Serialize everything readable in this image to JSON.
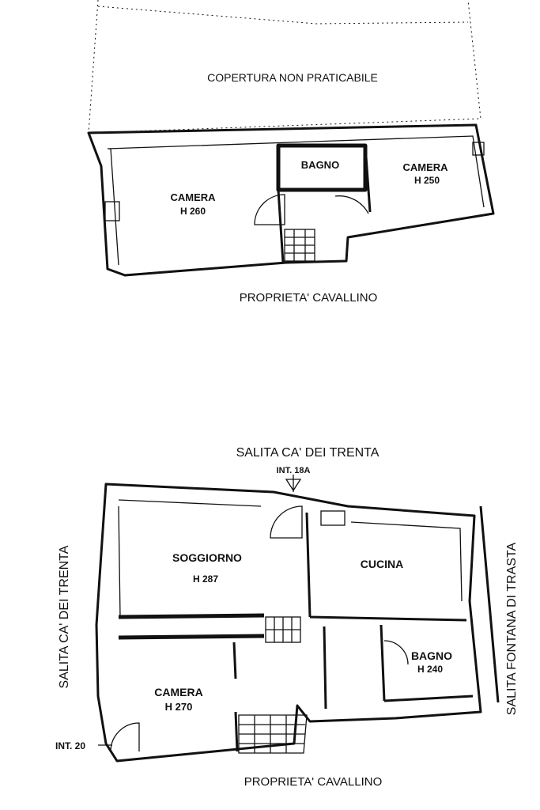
{
  "upper_floor": {
    "roof": "COPERTURA NON PRATICABILE",
    "bathroom": "BAGNO",
    "room_right": {
      "name": "CAMERA",
      "height": "H 250"
    },
    "room_left": {
      "name": "CAMERA",
      "height": "H 260"
    },
    "neighbor": "PROPRIETA' CAVALLINO"
  },
  "lower_floor": {
    "street_top": "SALITA CA' DEI TRENTA",
    "entrance_top": "INT. 18A",
    "street_left": "SALITA CA' DEI TRENTA",
    "street_right": "SALITA FONTANA DI TRASTA",
    "living": {
      "name": "SOGGIORNO",
      "height": "H 287"
    },
    "kitchen": "CUCINA",
    "bathroom": {
      "name": "BAGNO",
      "height": "H 240"
    },
    "bedroom": {
      "name": "CAMERA",
      "height": "H 270"
    },
    "entrance_left": "INT. 20",
    "neighbor": "PROPRIETA' CAVALLINO"
  }
}
